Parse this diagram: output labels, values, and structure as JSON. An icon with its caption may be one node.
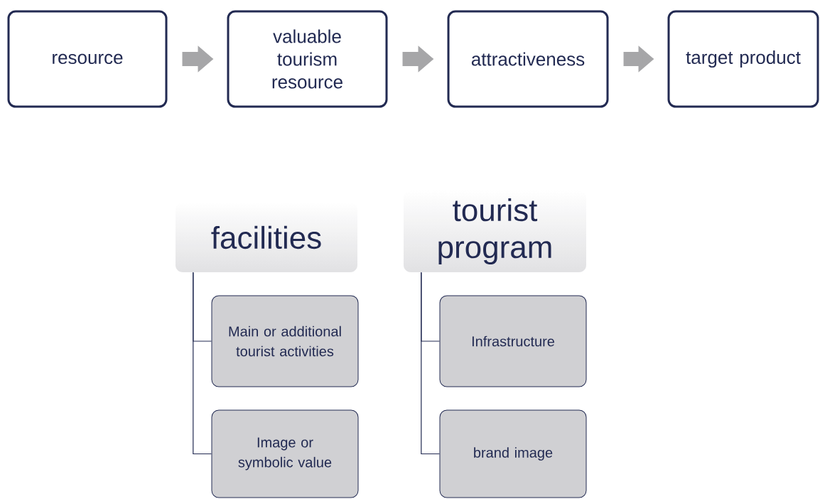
{
  "diagram": {
    "nodes": [
      {
        "text": [
          "resource"
        ]
      },
      {
        "text": [
          "valuable tourism resource"
        ]
      },
      {
        "text": [
          "attractiveness"
        ]
      },
      {
        "text": [
          "target product"
        ]
      },
      {
        "text": [
          "facilities"
        ]
      },
      {
        "text": [
          "Main or additional tourist activities"
        ]
      },
      {
        "text": [
          "Image or symbolic value"
        ]
      },
      {
        "text": [
          "tourist program"
        ]
      },
      {
        "text": [
          "Infrastructure"
        ]
      },
      {
        "text": [
          "brand image"
        ]
      }
    ],
    "edges": [
      {
        "from": 0,
        "to": 1,
        "arrow": "to",
        "style": "thick",
        "color": "#a6a6a8"
      },
      {
        "from": 1,
        "to": 2,
        "arrow": "to",
        "style": "thick",
        "color": "#a6a6a8"
      },
      {
        "from": 2,
        "to": 3,
        "arrow": "to",
        "style": "thick",
        "color": "#a6a6a8"
      },
      {
        "from": 4,
        "to": 5,
        "arrow": "none"
      },
      {
        "from": 4,
        "to": 6,
        "arrow": "none"
      },
      {
        "from": 7,
        "to": 8,
        "arrow": "none"
      },
      {
        "from": 7,
        "to": 9,
        "arrow": "none"
      }
    ]
  }
}
